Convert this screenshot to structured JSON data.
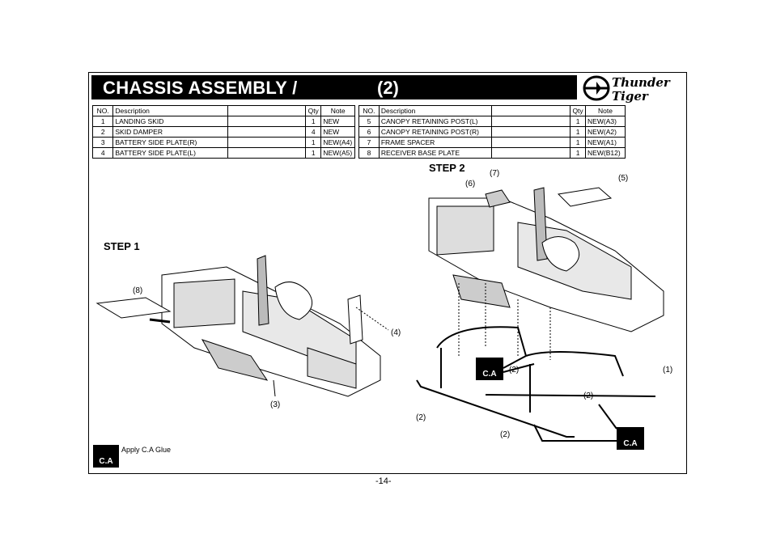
{
  "header": {
    "title": "CHASSIS ASSEMBLY /",
    "title_suffix": "(2)",
    "brand_line1": "Thunder",
    "brand_line2": "Tiger"
  },
  "table_headers": {
    "no": "NO.",
    "description": "Description",
    "qty": "Qty",
    "note": "Note"
  },
  "parts_left": [
    {
      "no": "1",
      "description": "LANDING SKID",
      "qty": "1",
      "note": "NEW"
    },
    {
      "no": "2",
      "description": "SKID DAMPER",
      "qty": "4",
      "note": "NEW"
    },
    {
      "no": "3",
      "description": "BATTERY SIDE PLATE(R)",
      "qty": "1",
      "note": "NEW(A4)"
    },
    {
      "no": "4",
      "description": "BATTERY SIDE PLATE(L)",
      "qty": "1",
      "note": "NEW(A5)"
    }
  ],
  "parts_right": [
    {
      "no": "5",
      "description": "CANOPY RETAINING POST(L)",
      "qty": "1",
      "note": "NEW(A3)"
    },
    {
      "no": "6",
      "description": "CANOPY RETAINING POST(R)",
      "qty": "1",
      "note": "NEW(A2)"
    },
    {
      "no": "7",
      "description": "FRAME SPACER",
      "qty": "1",
      "note": "NEW(A1)"
    },
    {
      "no": "8",
      "description": "RECEIVER BASE PLATE",
      "qty": "1",
      "note": "NEW(B12)"
    }
  ],
  "steps": {
    "step1": "STEP 1",
    "step2": "STEP 2"
  },
  "callouts": {
    "c8": "(8)",
    "c4": "(4)",
    "c3": "(3)",
    "c7": "(7)",
    "c6": "(6)",
    "c5": "(5)",
    "c1": "(1)",
    "c2a": "(2)",
    "c2b": "(2)",
    "c2c": "(2)",
    "c2d": "(2)"
  },
  "glue": {
    "badge": "C.A",
    "legend": "Apply C.A Glue"
  },
  "page_number": "-14-"
}
